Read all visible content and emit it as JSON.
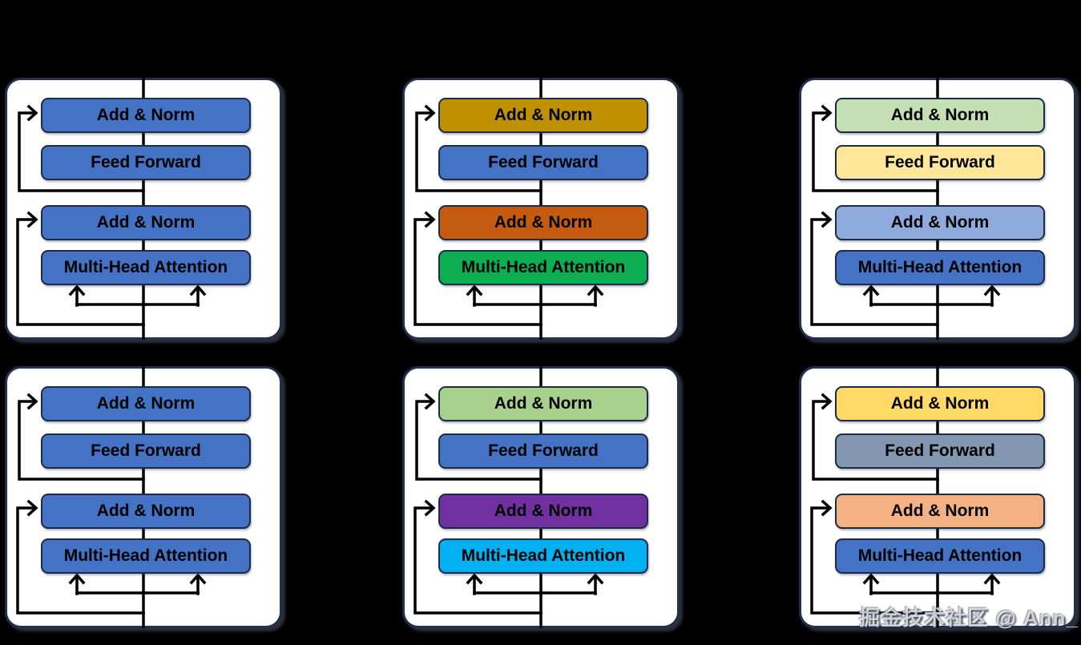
{
  "colors": {
    "page_bg": "#000000",
    "panel_bg": "#ffffff",
    "panel_border": "#1f3050",
    "box_border": "#1d2b45",
    "box_text": "#000000",
    "wire": "#000000"
  },
  "watermark": {
    "text": "掘金技术社区 @ Ann_"
  },
  "panels": [
    {
      "name": "top-left",
      "boxes": [
        {
          "label": "Add & Norm",
          "bg": "#4472c4"
        },
        {
          "label": "Feed Forward",
          "bg": "#4472c4"
        },
        {
          "label": "Add & Norm",
          "bg": "#4472c4"
        },
        {
          "label": "Multi-Head Attention",
          "bg": "#4472c4"
        }
      ]
    },
    {
      "name": "top-middle",
      "boxes": [
        {
          "label": "Add & Norm",
          "bg": "#bf9000"
        },
        {
          "label": "Feed Forward",
          "bg": "#4472c4"
        },
        {
          "label": "Add & Norm",
          "bg": "#c55a11"
        },
        {
          "label": "Multi-Head Attention",
          "bg": "#0cae52"
        }
      ]
    },
    {
      "name": "top-right",
      "boxes": [
        {
          "label": "Add & Norm",
          "bg": "#c5e0b4"
        },
        {
          "label": "Feed Forward",
          "bg": "#ffe699"
        },
        {
          "label": "Add & Norm",
          "bg": "#8faadc"
        },
        {
          "label": "Multi-Head Attention",
          "bg": "#4472c4"
        }
      ]
    },
    {
      "name": "bottom-left",
      "boxes": [
        {
          "label": "Add & Norm",
          "bg": "#4472c4"
        },
        {
          "label": "Feed Forward",
          "bg": "#4472c4"
        },
        {
          "label": "Add & Norm",
          "bg": "#4472c4"
        },
        {
          "label": "Multi-Head Attention",
          "bg": "#4472c4"
        }
      ]
    },
    {
      "name": "bottom-middle",
      "boxes": [
        {
          "label": "Add & Norm",
          "bg": "#a9d18e"
        },
        {
          "label": "Feed Forward",
          "bg": "#4472c4"
        },
        {
          "label": "Add & Norm",
          "bg": "#7030a0"
        },
        {
          "label": "Multi-Head Attention",
          "bg": "#00b0f0"
        }
      ]
    },
    {
      "name": "bottom-right",
      "boxes": [
        {
          "label": "Add & Norm",
          "bg": "#ffd966"
        },
        {
          "label": "Feed Forward",
          "bg": "#8497b0"
        },
        {
          "label": "Add & Norm",
          "bg": "#f4b183"
        },
        {
          "label": "Multi-Head Attention",
          "bg": "#4472c4"
        }
      ]
    }
  ]
}
